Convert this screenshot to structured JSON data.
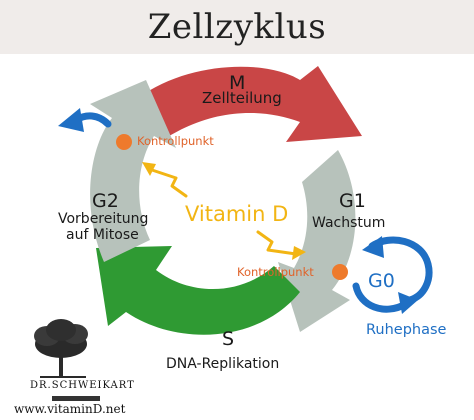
{
  "title": "Zellzyklus",
  "phases": {
    "m": {
      "code": "M",
      "label": "Zellteilung",
      "color": "#c94646"
    },
    "g1": {
      "code": "G1",
      "label": "Wachstum",
      "color": "#b7c2bb"
    },
    "s": {
      "code": "S",
      "label": "DNA-Replikation",
      "color": "#2f9a33"
    },
    "g2": {
      "code": "G2",
      "label_line1": "Vorbereitung",
      "label_line2": "auf Mitose",
      "color": "#b7c2bb"
    },
    "g0": {
      "code": "G0",
      "label": "Ruhephase",
      "color": "#1f6fc4"
    }
  },
  "checkpoints": {
    "top": "Kontrollpunkt",
    "bottom": "Kontrollpunkt",
    "color": "#ee7a2c"
  },
  "vitamin_d": {
    "label": "Vitamin D",
    "color": "#f2b514"
  },
  "logo": {
    "name": "DR.SCHWEIKART",
    "website": "www.vitaminD.net"
  }
}
